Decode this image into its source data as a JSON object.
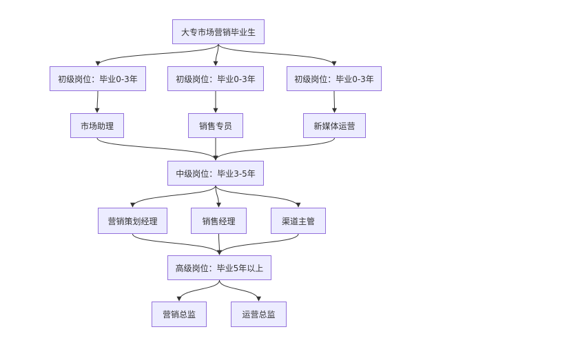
{
  "diagram": {
    "colors": {
      "node_fill": "#ececff",
      "node_border": "#9370db",
      "edge": "#333333",
      "text": "#333333"
    },
    "nodes": {
      "root": "大专市场营销毕业生",
      "junior_1": "初级岗位：毕业0-3年",
      "junior_2": "初级岗位：毕业0-3年",
      "junior_3": "初级岗位：毕业0-3年",
      "market_assistant": "市场助理",
      "sales_specialist": "销售专员",
      "new_media_ops": "新媒体运营",
      "mid": "中级岗位：毕业3-5年",
      "marketing_planning_manager": "营销策划经理",
      "sales_manager": "销售经理",
      "channel_supervisor": "渠道主管",
      "senior": "高级岗位：毕业5年以上",
      "marketing_director": "营销总监",
      "operations_director": "运营总监"
    },
    "edges": [
      [
        "root",
        "junior_1"
      ],
      [
        "root",
        "junior_2"
      ],
      [
        "root",
        "junior_3"
      ],
      [
        "junior_1",
        "market_assistant"
      ],
      [
        "junior_2",
        "sales_specialist"
      ],
      [
        "junior_3",
        "new_media_ops"
      ],
      [
        "market_assistant",
        "mid"
      ],
      [
        "sales_specialist",
        "mid"
      ],
      [
        "new_media_ops",
        "mid"
      ],
      [
        "mid",
        "marketing_planning_manager"
      ],
      [
        "mid",
        "sales_manager"
      ],
      [
        "mid",
        "channel_supervisor"
      ],
      [
        "marketing_planning_manager",
        "senior"
      ],
      [
        "sales_manager",
        "senior"
      ],
      [
        "channel_supervisor",
        "senior"
      ],
      [
        "senior",
        "marketing_director"
      ],
      [
        "senior",
        "operations_director"
      ]
    ]
  }
}
